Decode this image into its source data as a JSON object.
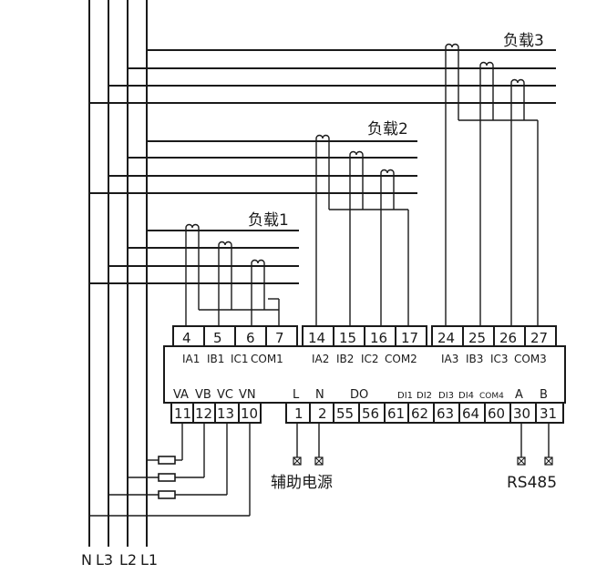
{
  "loads": [
    {
      "label": "负载1"
    },
    {
      "label": "负载2"
    },
    {
      "label": "负载3"
    }
  ],
  "bus_lines": [
    "N",
    "L3",
    "L2",
    "L1"
  ],
  "terminals_top": [
    {
      "num": "4",
      "signal": "IA1"
    },
    {
      "num": "5",
      "signal": "IB1"
    },
    {
      "num": "6",
      "signal": "IC1"
    },
    {
      "num": "7",
      "signal": "COM1"
    },
    {
      "num": "14",
      "signal": "IA2"
    },
    {
      "num": "15",
      "signal": "IB2"
    },
    {
      "num": "16",
      "signal": "IC2"
    },
    {
      "num": "17",
      "signal": "COM2"
    },
    {
      "num": "24",
      "signal": "IA3"
    },
    {
      "num": "25",
      "signal": "IB3"
    },
    {
      "num": "26",
      "signal": "IC3"
    },
    {
      "num": "27",
      "signal": "COM3"
    }
  ],
  "terminals_bottom": [
    {
      "num": "11",
      "signal": "VA"
    },
    {
      "num": "12",
      "signal": "VB"
    },
    {
      "num": "13",
      "signal": "VC"
    },
    {
      "num": "10",
      "signal": "VN"
    },
    {
      "num": "1",
      "signal": "L"
    },
    {
      "num": "2",
      "signal": "N"
    },
    {
      "num": "55",
      "signal": "DO"
    },
    {
      "num": "56",
      "signal": ""
    },
    {
      "num": "61",
      "signal": "DI1"
    },
    {
      "num": "62",
      "signal": "DI2"
    },
    {
      "num": "63",
      "signal": "DI3"
    },
    {
      "num": "64",
      "signal": "DI4"
    },
    {
      "num": "60",
      "signal": "COM4"
    },
    {
      "num": "30",
      "signal": "A"
    },
    {
      "num": "31",
      "signal": "B"
    }
  ],
  "aux_power_label": "辅助电源",
  "comm_label": "RS485"
}
